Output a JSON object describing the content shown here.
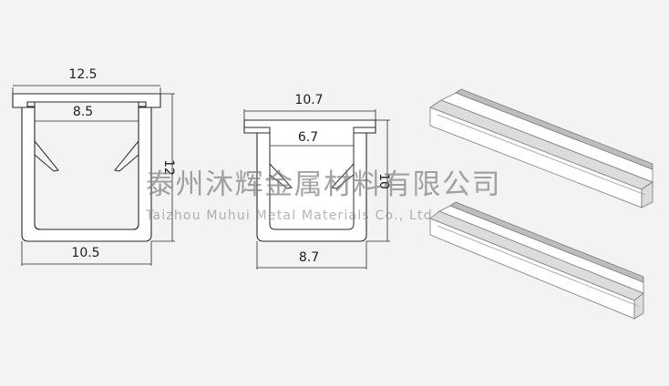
{
  "profile_a": {
    "dim_top": "12.5",
    "dim_inner": "8.5",
    "dim_bottom": "10.5",
    "dim_height": "12"
  },
  "profile_b": {
    "dim_top": "10.7",
    "dim_inner": "6.7",
    "dim_bottom": "8.7",
    "dim_height": "10"
  },
  "watermark": {
    "company_cn": "泰州沐辉金属材料有限公司",
    "company_en": "Taizhou  Muhui  Metal  Materials  Co.,  Ltd"
  },
  "colors": {
    "background": "#f3f3f3",
    "line": "#2a2a2a",
    "watermark": "#808080"
  }
}
